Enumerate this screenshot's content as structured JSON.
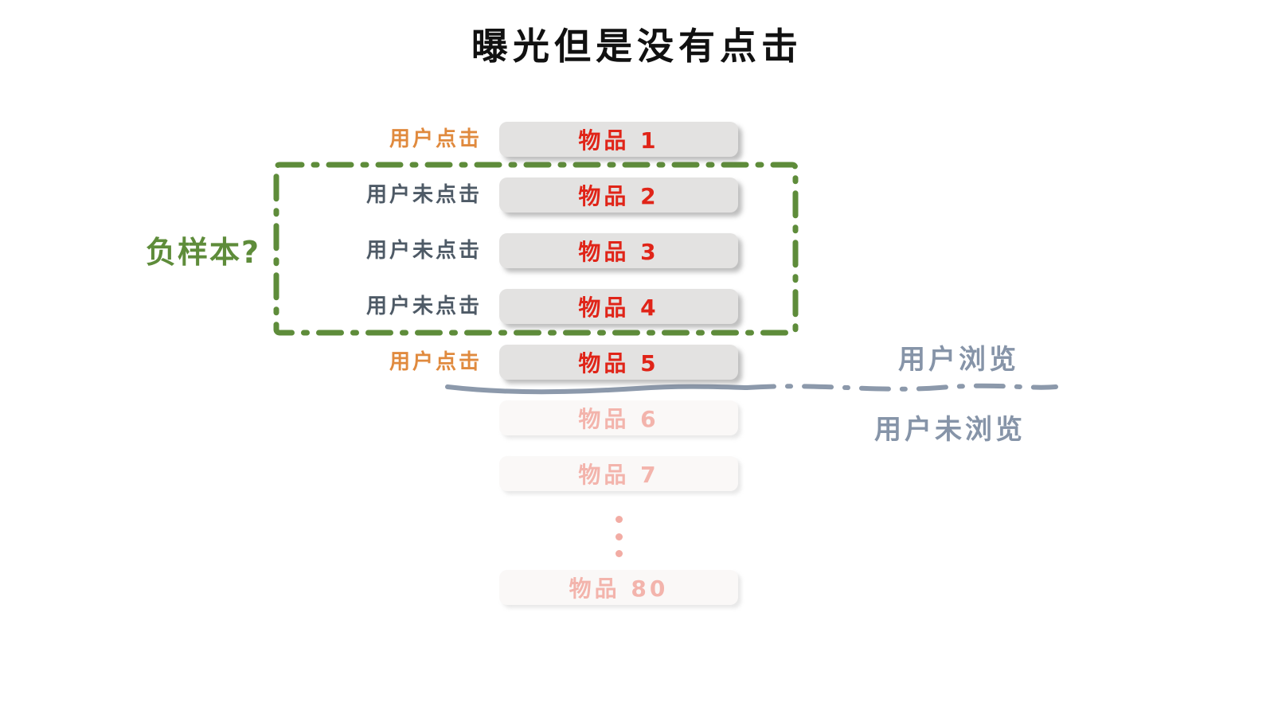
{
  "title": "曝光但是没有点击",
  "negative_sample_label": "负样本?",
  "browse": {
    "viewed_label": "用户浏览",
    "not_viewed_label": "用户未浏览"
  },
  "rows": [
    {
      "action": "用户点击",
      "item": "物品 1",
      "state": "clicked"
    },
    {
      "action": "用户未点击",
      "item": "物品 2",
      "state": "not_clicked"
    },
    {
      "action": "用户未点击",
      "item": "物品 3",
      "state": "not_clicked"
    },
    {
      "action": "用户未点击",
      "item": "物品 4",
      "state": "not_clicked"
    },
    {
      "action": "用户点击",
      "item": "物品 5",
      "state": "clicked"
    },
    {
      "action": "",
      "item": "物品 6",
      "state": "faded"
    },
    {
      "action": "",
      "item": "物品 7",
      "state": "faded"
    },
    {
      "action": "",
      "item": "物品 80",
      "state": "faded"
    }
  ],
  "icons": {
    "ellipsis": "vertical-ellipsis-dots",
    "negative_sample_box": "dash-dot-rectangle",
    "browse_divider": "dash-dot-line"
  },
  "colors": {
    "title_color": "#111111",
    "clicked_label": "#E08A3E",
    "not_clicked_label": "#4E5A66",
    "item_text": "#E02418",
    "item_text_faded": "#F3B4AC",
    "box_bg": "#E3E2E1",
    "box_bg_faded": "#FAF8F7",
    "negative_green": "#5E8C3A",
    "browse_gray_blue": "#8694A8",
    "dots_color": "#F2ACA4"
  }
}
